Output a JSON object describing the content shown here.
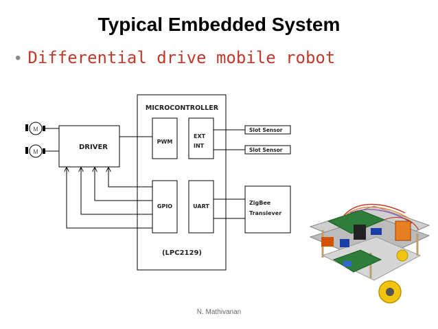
{
  "title": "Typical Embedded System",
  "bullet": "Differential drive mobile robot",
  "footer": "N. Mathivanan",
  "diagram": {
    "microcontroller": "MICROCONTROLLER",
    "model": "(LPC2129)",
    "driver": "DRIVER",
    "pwm": "PWM",
    "ext_int_line1": "EXT",
    "ext_int_line2": "INT",
    "gpio": "GPIO",
    "uart": "UART",
    "slot_sensor_1": "Slot Sensor",
    "slot_sensor_2": "Slot Sensor",
    "zigbee_line1": "ZigBee",
    "zigbee_line2": "Transiever",
    "motor_1": "M",
    "motor_2": "M"
  },
  "colors": {
    "bullet_text": "#c0392b",
    "lines": "#000000"
  }
}
